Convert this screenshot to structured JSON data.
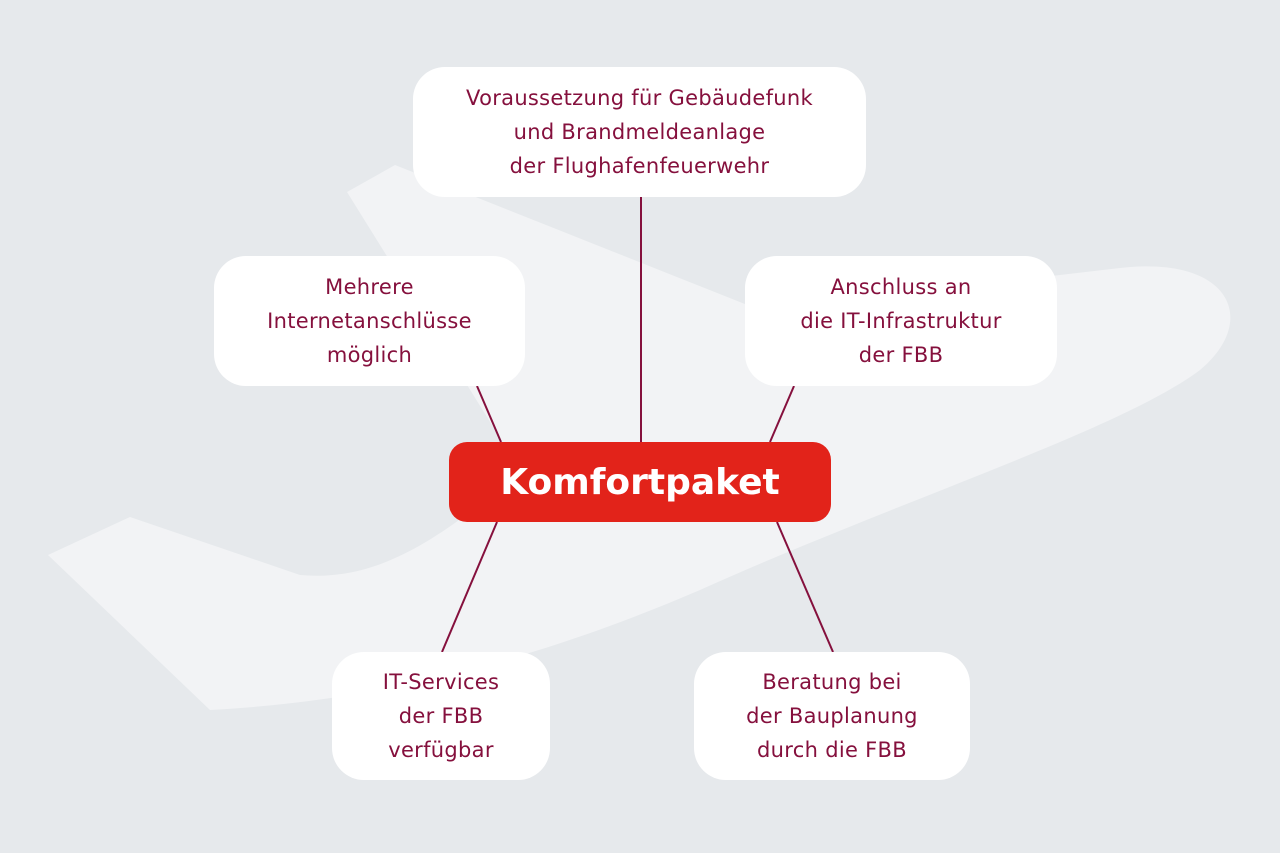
{
  "colors": {
    "background": "#e6e9ec",
    "plane": "#f2f3f5",
    "accent": "#e2231a",
    "text": "#85103d",
    "line": "#85103d"
  },
  "center": {
    "label": "Komfortpaket"
  },
  "nodes": [
    {
      "id": "top",
      "lines": [
        "Voraussetzung für Gebäudefunk",
        "und Brandmeldeanlage",
        "der Flughafenfeuerwehr"
      ]
    },
    {
      "id": "left",
      "lines": [
        "Mehrere",
        "Internetanschlüsse",
        "möglich"
      ]
    },
    {
      "id": "right",
      "lines": [
        "Anschluss an",
        "die IT-Infrastruktur",
        "der FBB"
      ]
    },
    {
      "id": "bottom-left",
      "lines": [
        "IT-Services",
        "der FBB",
        "verfügbar"
      ]
    },
    {
      "id": "bottom-right",
      "lines": [
        "Beratung bei",
        "der Bauplanung",
        "durch die FBB"
      ]
    }
  ]
}
